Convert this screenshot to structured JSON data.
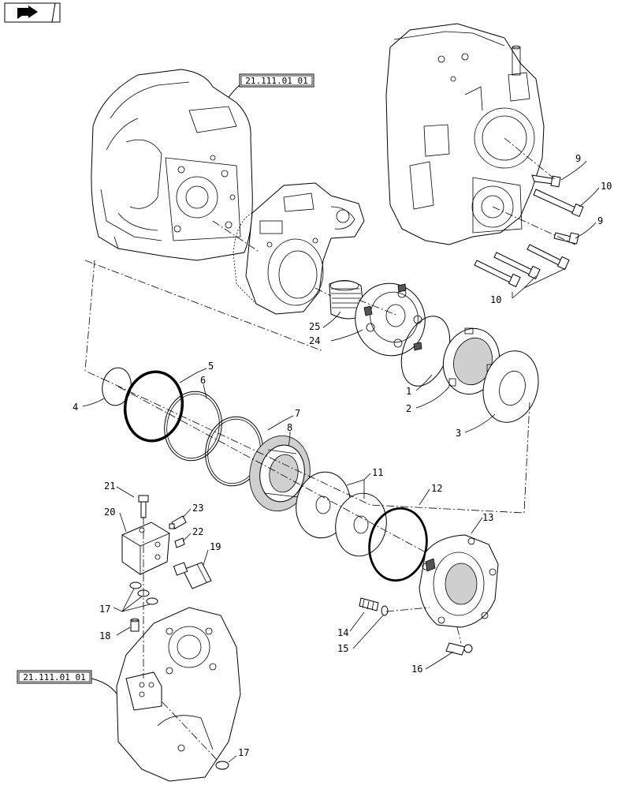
{
  "nav": {
    "icon": "back-arrow-icon"
  },
  "references": [
    {
      "id": "ref-top",
      "label": "21.111.01 01"
    },
    {
      "id": "ref-bottom",
      "label": "21.111.01 01"
    }
  ],
  "callouts": {
    "c1": "1",
    "c2": "2",
    "c3": "3",
    "c4": "4",
    "c5": "5",
    "c6": "6",
    "c7": "7",
    "c8": "8",
    "c9a": "9",
    "c9b": "9",
    "c10a": "10",
    "c10b": "10",
    "c11": "11",
    "c12": "12",
    "c13": "13",
    "c14": "14",
    "c15": "15",
    "c16": "16",
    "c17a": "17",
    "c17b": "17",
    "c18": "18",
    "c19": "19",
    "c20": "20",
    "c21": "21",
    "c22": "22",
    "c23": "23",
    "c24": "24",
    "c25": "25"
  },
  "colors": {
    "line": "#000000",
    "background": "#ffffff",
    "shade": "#cfcfcf"
  }
}
